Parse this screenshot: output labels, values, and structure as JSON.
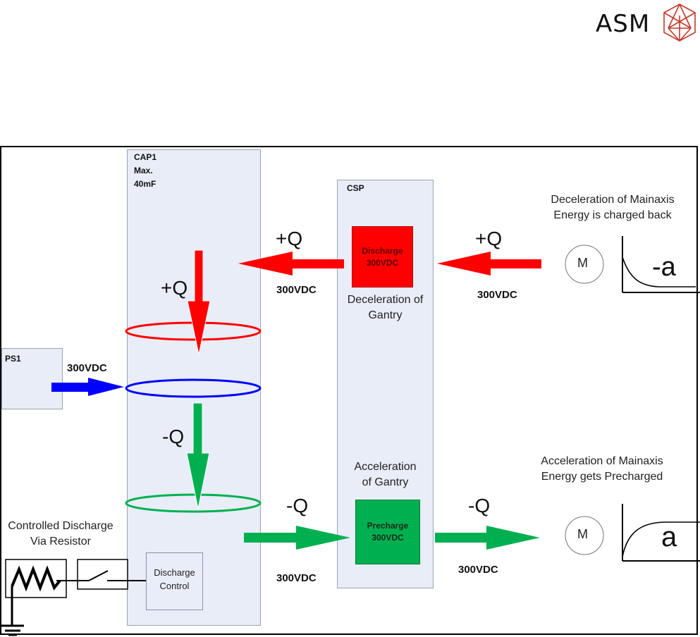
{
  "header": {
    "logo_text": "ASM",
    "logo_icon": "crystal-hexagon-icon",
    "logo_color": "#c0392b"
  },
  "colors": {
    "discharge": "#ff0000",
    "precharge": "#00b050",
    "supply": "#0000ff",
    "panel_fill": "#e8edf8"
  },
  "cap1": {
    "title": "CAP1",
    "line2": "Max.",
    "line3": "40mF"
  },
  "csp": {
    "title": "CSP",
    "discharge_box": {
      "line1": "Discharge",
      "line2": "300VDC"
    },
    "decel_caption": {
      "line1": "Deceleration of",
      "line2": "Gantry"
    },
    "accel_caption": {
      "line1": "Acceleration",
      "line2": "of Gantry"
    },
    "precharge_box": {
      "line1": "Precharge",
      "line2": "300VDC"
    }
  },
  "ps1": {
    "title": "PS1",
    "voltage": "300VDC"
  },
  "flows": {
    "motor_to_csp": {
      "charge": "+Q",
      "voltage": "300VDC"
    },
    "csp_to_cap": {
      "charge": "+Q",
      "voltage": "300VDC"
    },
    "into_cap": {
      "charge": "+Q"
    },
    "out_of_cap": {
      "charge": "-Q"
    },
    "cap_to_csp": {
      "charge": "-Q",
      "voltage": "300VDC"
    },
    "csp_to_motor": {
      "charge": "-Q",
      "voltage": "300VDC"
    }
  },
  "mainaxis_decel": {
    "line1": "Deceleration of Mainaxis",
    "line2": "Energy is charged back",
    "motor_label": "M",
    "graph_label": "-a"
  },
  "mainaxis_accel": {
    "line1": "Acceleration of Mainaxis",
    "line2": "Energy gets Precharged",
    "motor_label": "M",
    "graph_label": "a"
  },
  "discharge": {
    "caption_line1": "Controlled Discharge",
    "caption_line2": "Via Resistor",
    "control_line1": "Discharge",
    "control_line2": "Control"
  }
}
